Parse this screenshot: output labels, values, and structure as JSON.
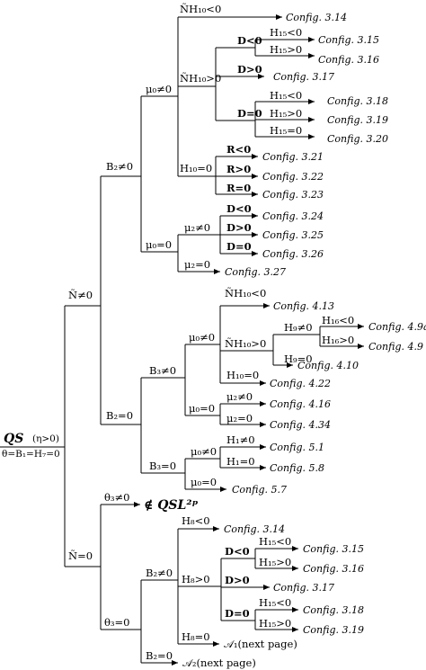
{
  "root": {
    "label": "QS",
    "cond": "(η>0)",
    "sublabel": "θ=B₁=H₇=0"
  },
  "labels": {
    "n_ne0": "Ñ≠0",
    "n_eq0": "Ñ=0",
    "b2_ne0_a": "B₂≠0",
    "b2_eq0_a": "B₂=0",
    "mu0_ne0_a": "μ₀≠0",
    "mu0_eq0_a": "μ₀=0",
    "nh10_lt0_a": "ÑH₁₀<0",
    "nh10_gt0_a": "ÑH₁₀>0",
    "d_lt0_a": "D<0",
    "d_gt0_a": "D>0",
    "d_eq0_a": "D=0",
    "h15_lt0_a": "H₁₅<0",
    "h15_gt0_a": "H₁₅>0",
    "h15_lt0_b": "H₁₅<0",
    "h15_gt0_b": "H₁₅>0",
    "h15_eq0_b": "H₁₅=0",
    "h10_eq0_a": "H₁₀=0",
    "r_lt0": "R<0",
    "r_gt0": "R>0",
    "r_eq0": "R=0",
    "mu2_ne0_a": "μ₂≠0",
    "mu2_eq0_a": "μ₂=0",
    "d_lt0_b": "D<0",
    "d_gt0_b": "D>0",
    "d_eq0_b": "D=0",
    "b3_ne0": "B₃≠0",
    "b3_eq0": "B₃=0",
    "mu0_ne0_b": "μ₀≠0",
    "mu0_eq0_b": "μ₀=0",
    "nh10_lt0_b": "ÑH₁₀<0",
    "nh10_gt0_b": "ÑH₁₀>0",
    "h9_ne0": "H₉≠0",
    "h9_eq0": "H₉=0",
    "h16_lt0": "H₁₆<0",
    "h16_gt0": "H₁₆>0",
    "h10_eq0_b": "H₁₀=0",
    "mu2_ne0_b": "μ₂≠0",
    "mu2_eq0_b": "μ₂=0",
    "h1_ne0": "H₁≠0",
    "h1_eq0": "H₁=0",
    "theta3_ne0": "θ₃≠0",
    "theta3_eq0": "θ₃=0",
    "not_in_qsl": "∉ QSL²ᵖ",
    "b2_ne0_b": "B₂≠0",
    "b2_eq0_b": "B₂=0",
    "h8_lt0": "H₈<0",
    "h8_gt0": "H₈>0",
    "h8_eq0": "H₈=0",
    "d_lt0_c": "D<0",
    "d_gt0_c": "D>0",
    "d_eq0_c": "D=0",
    "h15_lt0_c": "H₁₅<0",
    "h15_gt0_c": "H₁₅>0",
    "h15_lt0_d": "H₁₅<0",
    "h15_gt0_d": "H₁₅>0"
  },
  "configs": {
    "c1": "Config. 3.14",
    "c2": "Config. 3.15",
    "c3": "Config. 3.16",
    "c4": "Config. 3.17",
    "c5": "Config. 3.18",
    "c6": "Config. 3.19",
    "c7": "Config. 3.20",
    "c8": "Config. 3.21",
    "c9": "Config. 3.22",
    "c10": "Config. 3.23",
    "c11": "Config. 3.24",
    "c12": "Config. 3.25",
    "c13": "Config. 3.26",
    "c14": "Config. 3.27",
    "c15": "Config. 4.13",
    "c16": "Config. 4.9a",
    "c17": "Config. 4.9",
    "c18": "Config. 4.10",
    "c19": "Config. 4.22",
    "c20": "Config. 4.16",
    "c21": "Config. 4.34",
    "c22": "Config. 5.1",
    "c23": "Config. 5.8",
    "c24": "Config. 5.7",
    "c25": "Config. 3.14",
    "c26": "Config. 3.15",
    "c27": "Config. 3.16",
    "c28": "Config. 3.17",
    "c29": "Config. 3.18",
    "c30": "Config. 3.19"
  },
  "a1": "𝒜₁(next page)",
  "a2": "𝒜₂(next page)"
}
